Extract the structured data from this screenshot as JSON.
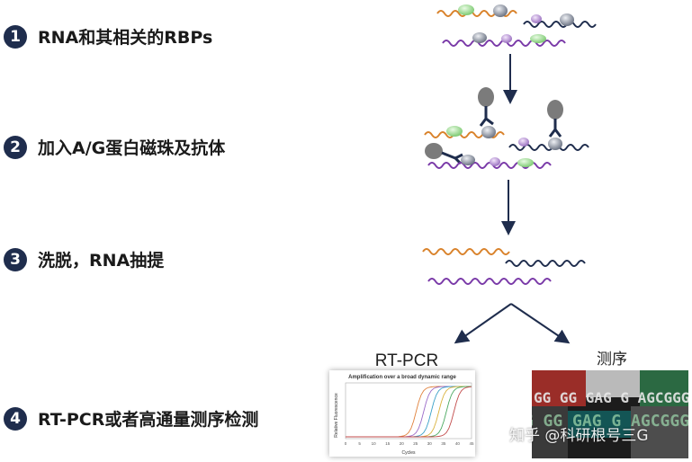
{
  "steps": [
    {
      "number": "1",
      "label": "RNA和其相关的RBPs"
    },
    {
      "number": "2",
      "label": "加入A/G蛋白磁珠及抗体"
    },
    {
      "number": "3",
      "label": "洗脱，RNA抽提"
    },
    {
      "number": "4",
      "label": "RT-PCR或者高通量测序检测"
    }
  ],
  "branches": {
    "left_label": "RT-PCR",
    "right_label": "测序"
  },
  "rtpcr_chart": {
    "title": "Amplification over a broad dynamic range",
    "ylabel": "Relative Fluorescence",
    "xlabel": "Cycles",
    "xticks": [
      "0",
      "5",
      "10",
      "15",
      "20",
      "25",
      "30",
      "35",
      "40",
      "45"
    ]
  },
  "sequencing_letters": "GG GG GAG G AGCGGG",
  "watermark": "知乎 @科研根号三G",
  "colors": {
    "orange_strand": "#d9822b",
    "navy_strand": "#1f2d4d",
    "purple_strand": "#7a3aa8",
    "arrow": "#1f2d4d"
  }
}
